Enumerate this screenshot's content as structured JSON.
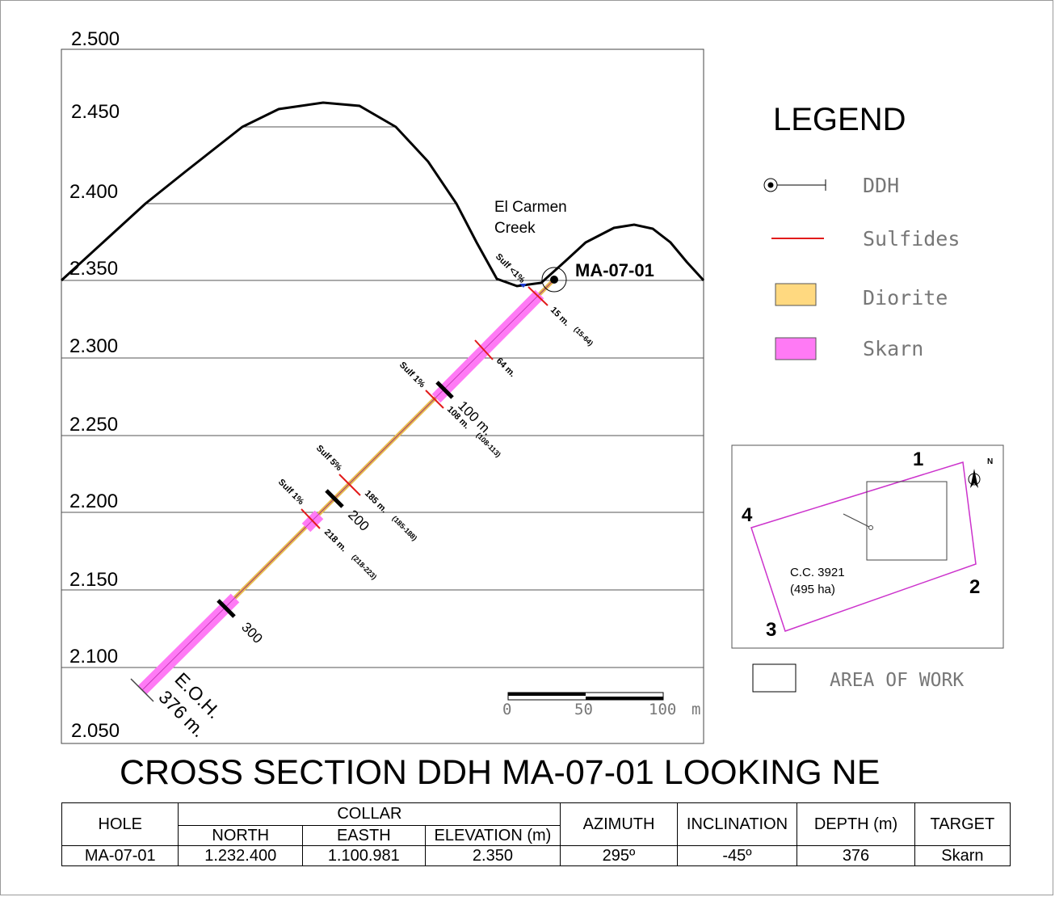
{
  "section": {
    "elevation_labels": [
      "2.500",
      "2.450",
      "2.400",
      "2.350",
      "2.300",
      "2.250",
      "2.200",
      "2.150",
      "2.100",
      "2.050"
    ],
    "creek_label_line1": "El Carmen",
    "creek_label_line2": "Creek",
    "hole_label": "MA-07-01",
    "sulf_top": "Sulf <1%",
    "sulf_100": "Sulf 1%",
    "sulf_185": "Sulf 5%",
    "sulf_218": "Sulf 1%",
    "mark_15": "15 m.",
    "mark_15_range": "(15-64)",
    "mark_64": "64 m.",
    "mark_100": "100 m.",
    "mark_108": "108 m.",
    "mark_108_range": "(108-113)",
    "mark_185": "185 m.",
    "mark_185_range": "(185-188)",
    "mark_200": "200",
    "mark_218": "218 m.",
    "mark_218_range": "(218-223)",
    "mark_300": "300",
    "eoh_line1": "E.O.H.",
    "eoh_line2": "376 m.",
    "scale_labels": [
      "0",
      "50",
      "100",
      "m"
    ]
  },
  "legend": {
    "title": "LEGEND",
    "ddh": "DDH",
    "sulfides": "Sulfides",
    "diorite": "Diorite",
    "skarn": "Skarn",
    "area_of_work": "AREA OF WORK",
    "colors": {
      "sulfides": "#e21b1b",
      "diorite": "#ffd980",
      "skarn": "#ff7af5",
      "claim": "#cc33cc"
    }
  },
  "location_map": {
    "corner_1": "1",
    "corner_2": "2",
    "corner_3": "3",
    "corner_4": "4",
    "claim_line1": "C.C. 3921",
    "claim_line2": "(495 ha)",
    "north": "N"
  },
  "title": "CROSS SECTION  DDH MA-07-01 LOOKING NE",
  "table": {
    "hole_header": "HOLE",
    "collar_header": "COLLAR",
    "north_header": "NORTH",
    "east_header": "EASTH",
    "elevation_header": "ELEVATION (m)",
    "azimuth_header": "AZIMUTH",
    "inclination_header": "INCLINATION",
    "depth_header": "DEPTH (m)",
    "target_header": "TARGET",
    "hole": "MA-07-01",
    "north": "1.232.400",
    "east": "1.100.981",
    "elevation": "2.350",
    "azimuth": "295º",
    "inclination": "-45º",
    "depth": "376",
    "target": "Skarn"
  }
}
